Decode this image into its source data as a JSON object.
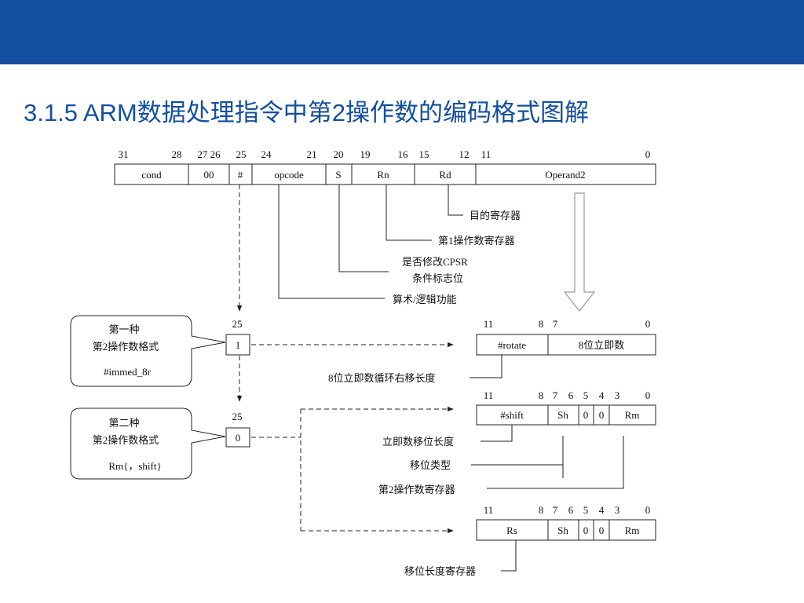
{
  "slide": {
    "title": "3.1.5 ARM数据处理指令中第2操作数的编码格式图解"
  },
  "instruction": {
    "bit_numbers": {
      "b31": "31",
      "b28": "28",
      "b27_26": "27 26",
      "b25": "25",
      "b24": "24",
      "b21": "21",
      "b20": "20",
      "b19": "19",
      "b16": "16",
      "b15": "15",
      "b12": "12",
      "b11": "11",
      "b0": "0"
    },
    "fields": {
      "cond": "cond",
      "zero": "00",
      "hash": "#",
      "opcode": "opcode",
      "s": "S",
      "rn": "Rn",
      "rd": "Rd",
      "operand2": "Operand2"
    }
  },
  "annotations": {
    "rd": "目的寄存器",
    "rn": "第1操作数寄存器",
    "s_line1": "是否修改CPSR",
    "s_line2": "条件标志位",
    "opcode": "算术/逻辑功能"
  },
  "callouts": {
    "first": {
      "line1": "第一种",
      "line2": "第2操作数格式",
      "line3": "#immed_8r"
    },
    "second": {
      "line1": "第二种",
      "line2": "第2操作数格式",
      "line3": "Rm{，shift}"
    }
  },
  "i_bit": {
    "label_top": "25",
    "value_top": "1",
    "label_bottom": "25",
    "value_bottom": "0"
  },
  "immediate_format": {
    "bits": {
      "b11": "11",
      "b8": "8",
      "b7": "7",
      "b0": "0"
    },
    "fields": {
      "rotate": "#rotate",
      "imm8": "8位立即数"
    },
    "annotation": "8位立即数循环右移长度"
  },
  "shift_imm_format": {
    "bits": {
      "b11": "11",
      "b8": "8",
      "b7": "7",
      "b6": "6",
      "b5": "5",
      "b4": "4",
      "b3": "3",
      "b0": "0"
    },
    "fields": {
      "shift": "#shift",
      "sh": "Sh",
      "z1": "0",
      "z2": "0",
      "rm": "Rm"
    },
    "annotations": {
      "shift_amount": "立即数移位长度",
      "shift_type": "移位类型",
      "rm": "第2操作数寄存器"
    }
  },
  "shift_reg_format": {
    "bits": {
      "b11": "11",
      "b8": "8",
      "b7": "7",
      "b6": "6",
      "b5": "5",
      "b4": "4",
      "b3": "3",
      "b0": "0"
    },
    "fields": {
      "rs": "Rs",
      "sh": "Sh",
      "z1": "0",
      "z2": "0",
      "rm": "Rm"
    },
    "annotation": "移位长度寄存器"
  }
}
